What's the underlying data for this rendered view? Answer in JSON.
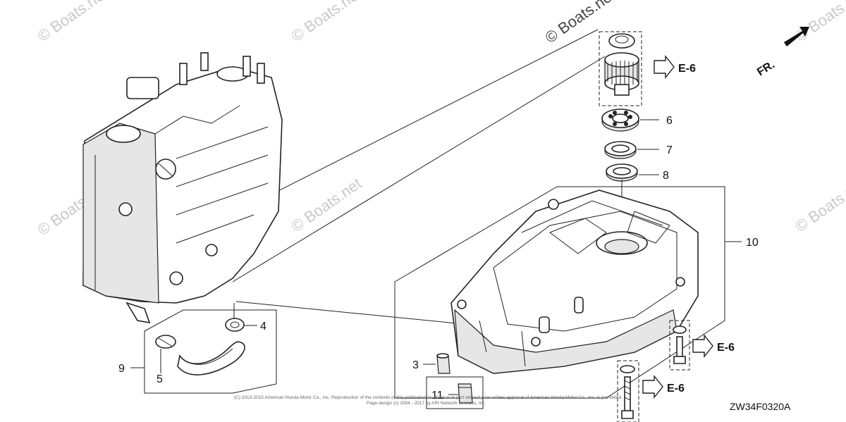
{
  "watermark": "© Boats.net",
  "direction_label": "FR.",
  "diagram_code": "ZW34F0320A",
  "copyright_line1": "(C) 2013-2015 American Honda Motor Co., Inc. Reproduction of the contents of this publication in whole or in part without prior written approval of American Honda Motor Co., Inc. is prohibited.",
  "copyright_line2": "Page design (c) 2004 - 2017 by ARI Network Services, Inc.",
  "reference_arrows": [
    {
      "id": "ref-top",
      "label": "E-6"
    },
    {
      "id": "ref-mid",
      "label": "E-6"
    },
    {
      "id": "ref-bottom",
      "label": "E-6"
    }
  ],
  "callouts": [
    {
      "id": "3",
      "label": "3"
    },
    {
      "id": "4",
      "label": "4"
    },
    {
      "id": "5",
      "label": "5"
    },
    {
      "id": "6",
      "label": "6"
    },
    {
      "id": "7",
      "label": "7"
    },
    {
      "id": "8",
      "label": "8"
    },
    {
      "id": "9",
      "label": "9"
    },
    {
      "id": "10",
      "label": "10"
    },
    {
      "id": "11",
      "label": "11"
    }
  ]
}
